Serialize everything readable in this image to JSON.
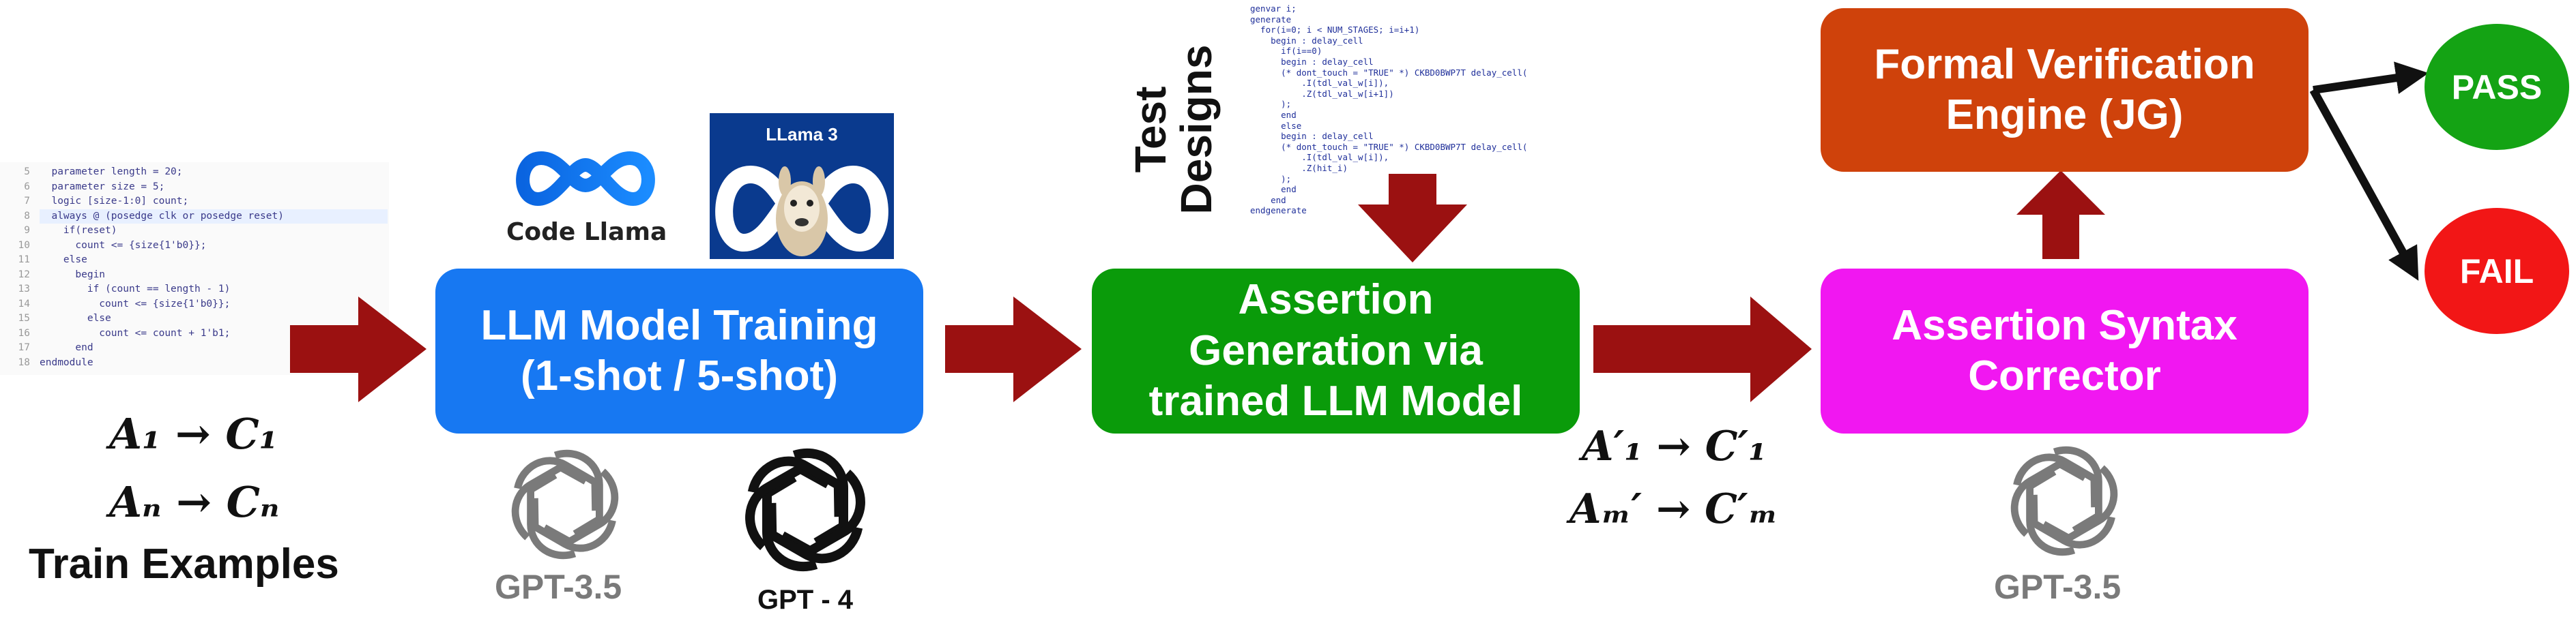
{
  "colors": {
    "arrow": "#9b1111",
    "training_box": "#1778f2",
    "generation_box": "#0a9b0a",
    "formal_box": "#cf420b",
    "corrector_box": "#f117f1",
    "pass": "#14a314",
    "fail": "#f21616",
    "gpt35_gray": "#7a7a7a",
    "gpt4_black": "#111111",
    "meta_blue": "#1877f2"
  },
  "left_code": [
    "  parameter length = 20;",
    "  parameter size = 5;",
    "  logic [size-1:0] count;",
    "  always @ (posedge clk or posedge reset)",
    "    if(reset)",
    "      count <= {size{1'b0}};",
    "    else",
    "      begin",
    "        if (count == length - 1)",
    "          count <= {size{1'b0}};",
    "        else",
    "          count <= count + 1'b1;",
    "      end",
    "endmodule"
  ],
  "left_code_line_numbers": [
    "5",
    "6",
    "7",
    "8",
    "9",
    "10",
    "11",
    "12",
    "13",
    "14",
    "15",
    "16",
    "17",
    "18"
  ],
  "top_code": [
    "genvar i;",
    "generate",
    "  for(i=0; i < NUM_STAGES; i=i+1)",
    "    begin : delay_cell",
    "      if(i==0)",
    "      begin : delay_cell",
    "      (* dont_touch = \"TRUE\" *) CKBD0BWP7T delay_cell(",
    "          .I(tdl_val_w[i]),",
    "          .Z(tdl_val_w[i+1])",
    "      );",
    "      end",
    "      else",
    "      begin : delay_cell",
    "      (* dont_touch = \"TRUE\" *) CKBD0BWP7T delay_cell(",
    "          .I(tdl_val_w[i]),",
    "          .Z(hit_i)",
    "      );",
    "      end",
    "    end",
    "endgenerate"
  ],
  "test_designs_label": [
    "Test",
    "Designs"
  ],
  "code_llama_label": "Code Llama",
  "llama3_label": "LLama 3",
  "training_box": "LLM Model Training\n(1-shot / 5-shot)",
  "generation_box": "Assertion\nGeneration via\ntrained LLM Model",
  "formal_box": "Formal Verification\nEngine (JG)",
  "corrector_box": "Assertion Syntax\nCorrector",
  "pass_label": "PASS",
  "fail_label": "FAIL",
  "train_formula_1": "A₁ → C₁",
  "train_formula_2": "Aₙ → Cₙ",
  "train_examples": "Train Examples",
  "gen_formula_1": "A′₁ → C′₁",
  "gen_formula_2": "Aₘ′ → C′ₘ",
  "gpt35_label_left": "GPT-3.5",
  "gpt4_label": "GPT - 4",
  "gpt35_label_right": "GPT-3.5"
}
